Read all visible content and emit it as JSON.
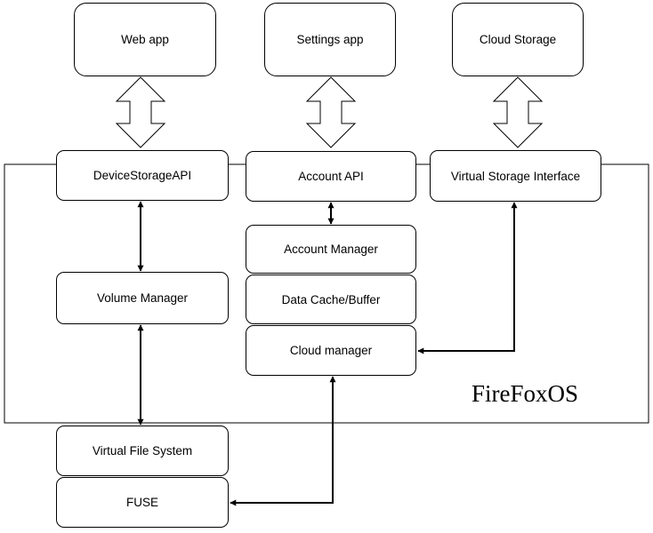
{
  "os_label": "FireFoxOS",
  "top_apps": [
    "Web app",
    "Settings app",
    "Cloud Storage"
  ],
  "apis": [
    "DeviceStorageAPI",
    "Account API",
    "Virtual Storage Interface"
  ],
  "left_stack": [
    "Volume Manager",
    "Virtual File System",
    "FUSE"
  ],
  "middle_stack": [
    "Account Manager",
    "Data Cache/Buffer",
    "Cloud manager"
  ]
}
